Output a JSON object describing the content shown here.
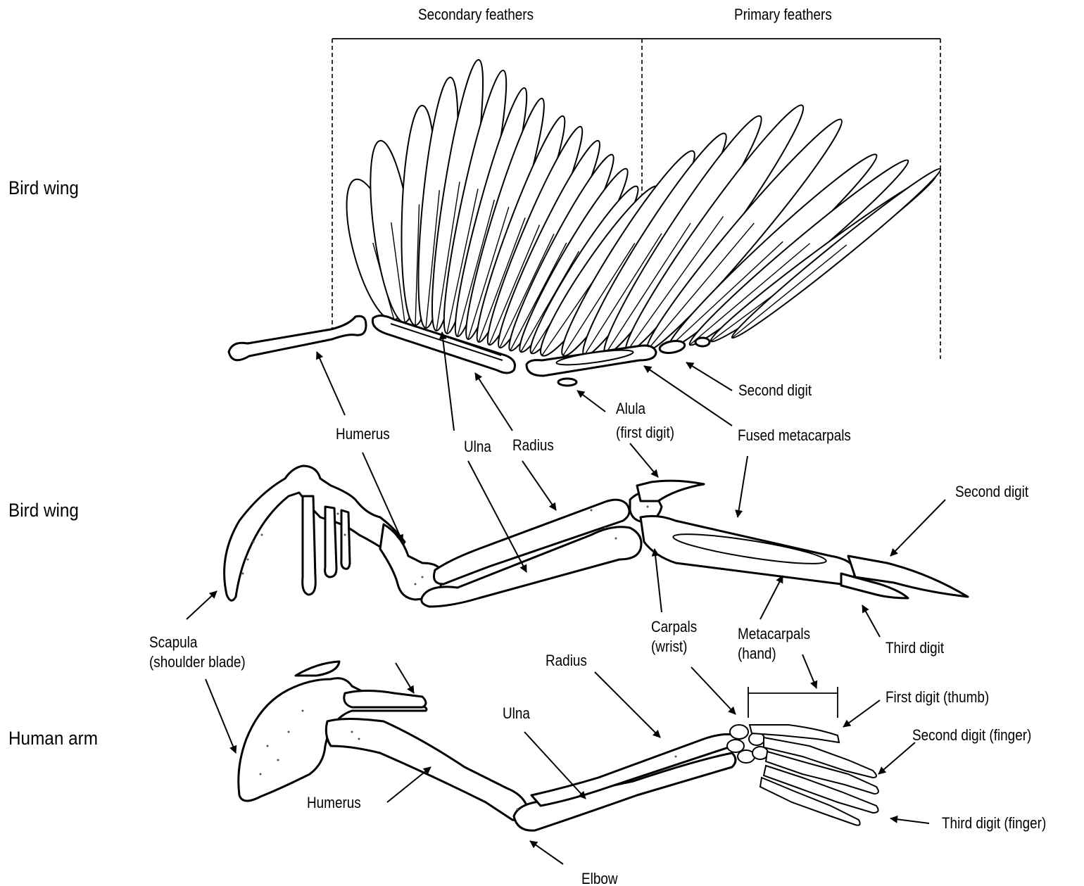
{
  "rows": {
    "bird_wing_feathered": "Bird wing",
    "bird_wing_skeleton": "Bird wing",
    "human_arm": "Human arm"
  },
  "feather_groups": {
    "secondary": "Secondary feathers",
    "primary": "Primary feathers"
  },
  "bird_wing_labels": {
    "humerus": "Humerus",
    "ulna": "Ulna",
    "radius": "Radius",
    "alula_line1": "Alula",
    "alula_line2": "(first digit)",
    "fused_metacarpals": "Fused metacarpals",
    "second_digit_top": "Second digit",
    "second_digit_skeleton": "Second digit",
    "carpals_line1": "Carpals",
    "carpals_line2": "(wrist)",
    "metacarpals_line1": "Metacarpals",
    "metacarpals_line2": "(hand)",
    "third_digit": "Third digit"
  },
  "human_arm_labels": {
    "scapula_line1": "Scapula",
    "scapula_line2": "(shoulder blade)",
    "humerus": "Humerus",
    "elbow": "Elbow",
    "ulna": "Ulna",
    "radius": "Radius",
    "first_digit": "First digit (thumb)",
    "second_digit": "Second digit (finger)",
    "third_digit": "Third digit (finger)"
  }
}
